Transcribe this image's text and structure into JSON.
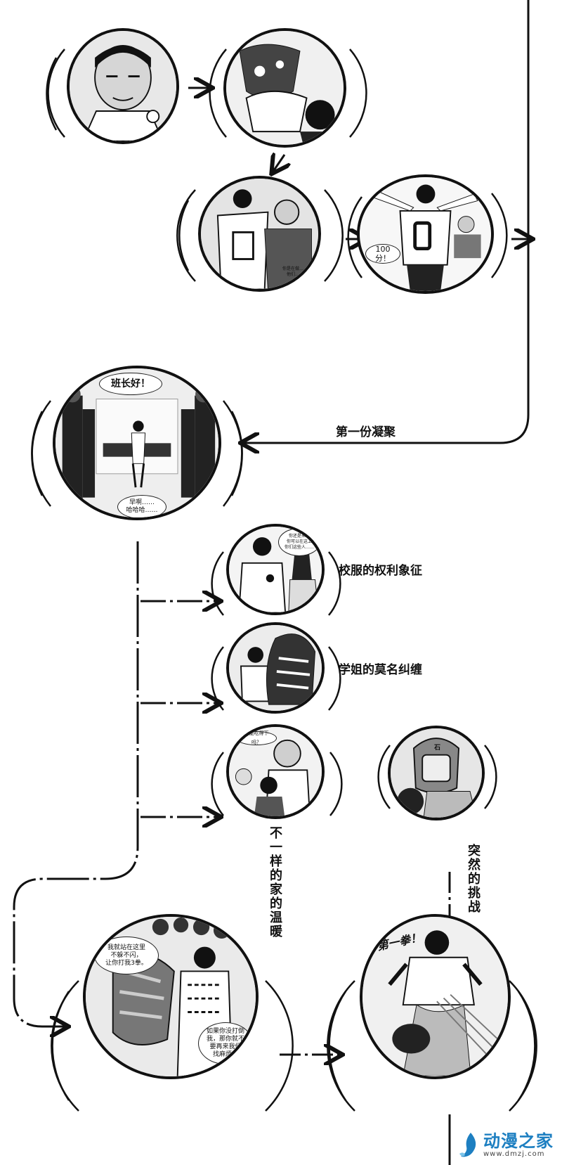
{
  "captions": {
    "first_bond": "第一份凝聚",
    "uniform_power": "校服的权利象征",
    "senior_pester": "学姐的莫名纠缠",
    "home_warmth": "不一样的家的温暖",
    "sudden_challenge": "突然的挑战"
  },
  "bubbles": {
    "score": "100分！",
    "greeting": "班长好！",
    "morning": "早啊……\n哈哈哈……",
    "stand_here": "我就站在这里\n不躲不闪，\n让你打我3拳。",
    "if_not_hit": "如果你没打倒\n我，那你就不\n要再来我们\n找麻烦了",
    "faint_1": "你是在做……\n他们……",
    "faint_2": "还能吃得下吗？",
    "faint_3": "你还是来帮\n你可以在这上\n你们这些人……",
    "punch_sfx": "第一拳！",
    "helmet_mark": "石"
  },
  "logo": {
    "name": "动漫之家",
    "url": "www.dmzj.com",
    "accent": "#1d7fc1"
  }
}
